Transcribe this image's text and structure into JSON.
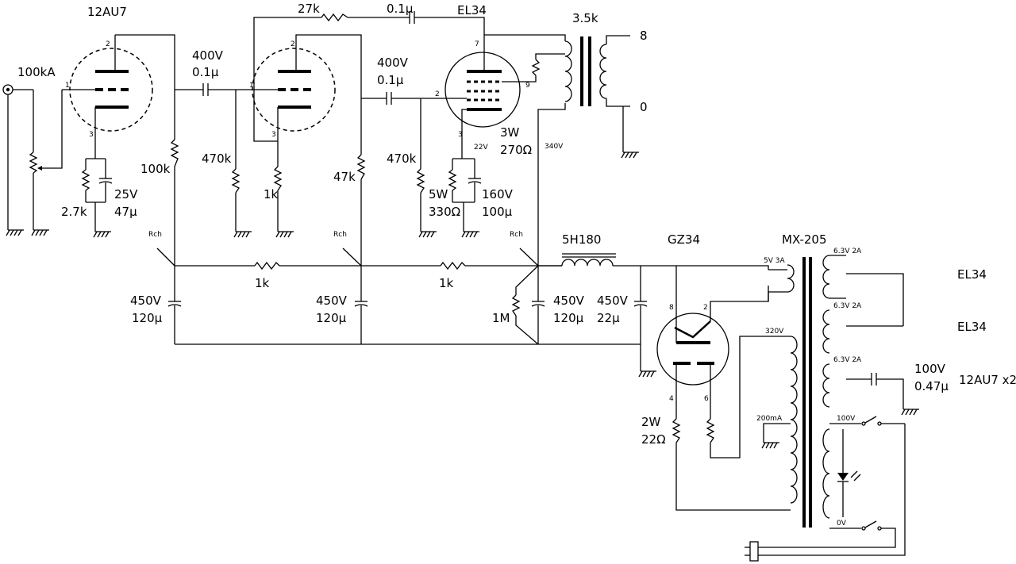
{
  "tubes": {
    "v1": {
      "type": "12AU7",
      "pins": {
        "plate": "2",
        "grid": "1",
        "cathode": "3"
      }
    },
    "v2": {
      "pins": {
        "plate": "2",
        "grid": "1",
        "cathode": "3"
      }
    },
    "v3": {
      "type": "EL34",
      "pins": {
        "plate": "7",
        "screen": "9",
        "grid": "2",
        "cathode": "3"
      }
    },
    "rect": {
      "type": "GZ34",
      "pins": {
        "p1": "8",
        "p2": "2",
        "f1": "4",
        "f2": "6"
      }
    }
  },
  "input": {
    "pot": "100kA"
  },
  "stage1": {
    "plate_r": "100k",
    "cap_v": "400V",
    "cap_c": "0.1μ",
    "grid_r": "470k",
    "cath_r": "2.7k",
    "cath_cap_v": "25V",
    "cath_cap_c": "47μ"
  },
  "stage2": {
    "fb_r": "27k",
    "fb_c": "0.1μ",
    "plate_r": "47k",
    "cath_r": "1k",
    "cap_v": "400V",
    "cap_c": "0.1μ"
  },
  "stage3": {
    "grid_r": "470k",
    "cath_r_w": "5W",
    "cath_r": "330Ω",
    "cath_cap_v": "160V",
    "cath_cap_c": "100μ",
    "cath_v": "22V",
    "screen_r_w": "3W",
    "screen_r": "270Ω",
    "plate_v": "340V"
  },
  "output_transformer": {
    "imp": "3.5k",
    "tap_hi": "8",
    "tap_lo": "0"
  },
  "power": {
    "rch": "Rch",
    "r_1k": "1k",
    "cap1_v": "450V",
    "cap1_c": "120μ",
    "cap2_v": "450V",
    "cap2_c": "120μ",
    "bleeder": "1M",
    "cap3_v": "450V",
    "cap3_c": "120μ",
    "choke": "5H180",
    "cap4_v": "450V",
    "cap4_c": "22μ",
    "rect_r_w": "2W",
    "rect_r": "22Ω"
  },
  "power_transformer": {
    "model": "MX-205",
    "w5v": "5V 3A",
    "w320": "320V",
    "w200": "200mA",
    "w63a": "6.3V 2A",
    "w63b": "6.3V 2A",
    "w63c": "6.3V 2A",
    "p100": "100V",
    "p0": "0V"
  },
  "heaters": {
    "h1": "EL34",
    "h2": "EL34",
    "h3": "12AU7 x2",
    "cap_v": "100V",
    "cap_c": "0.47μ"
  }
}
